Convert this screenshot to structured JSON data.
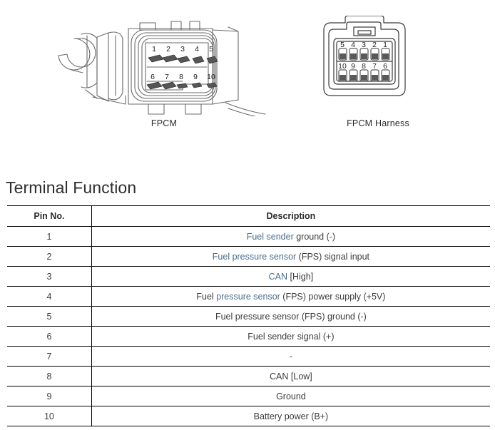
{
  "figures": [
    {
      "id": "fpcm-connector",
      "caption": "FPCM",
      "pins_top": [
        "1",
        "2",
        "3",
        "4",
        "5"
      ],
      "pins_bottom": [
        "6",
        "7",
        "8",
        "9",
        "10"
      ]
    },
    {
      "id": "fpcm-harness-connector",
      "caption": "FPCM Harness",
      "pins_top": [
        "5",
        "4",
        "3",
        "2",
        "1"
      ],
      "pins_bottom": [
        "10",
        "9",
        "8",
        "7",
        "6"
      ]
    }
  ],
  "page_title": "Terminal Function",
  "table": {
    "headers": {
      "pin": "Pin No.",
      "description": "Description"
    },
    "rows": [
      {
        "pin": "1",
        "pre": "",
        "link": "Fuel sender",
        "post": " ground (-)"
      },
      {
        "pin": "2",
        "pre": "",
        "link": "Fuel pressure sensor",
        "post": " (FPS) signal input"
      },
      {
        "pin": "3",
        "pre": "",
        "link": "CAN",
        "post": " [High]"
      },
      {
        "pin": "4",
        "pre": "Fuel ",
        "link": "pressure sensor",
        "post": " (FPS) power supply (+5V)"
      },
      {
        "pin": "5",
        "pre": "Fuel pressure sensor (FPS) ground (-)",
        "link": "",
        "post": ""
      },
      {
        "pin": "6",
        "pre": "Fuel sender signal (+)",
        "link": "",
        "post": ""
      },
      {
        "pin": "7",
        "pre": "-",
        "link": "",
        "post": ""
      },
      {
        "pin": "8",
        "pre": "CAN [Low]",
        "link": "",
        "post": ""
      },
      {
        "pin": "9",
        "pre": "Ground",
        "link": "",
        "post": ""
      },
      {
        "pin": "10",
        "pre": "Battery power (B+)",
        "link": "",
        "post": ""
      }
    ]
  },
  "colors": {
    "link_text": "#4a6d8c",
    "body_text": "#3c3c3c",
    "terminal_fill": "#595959",
    "line_stroke": "#5a5a5a"
  }
}
